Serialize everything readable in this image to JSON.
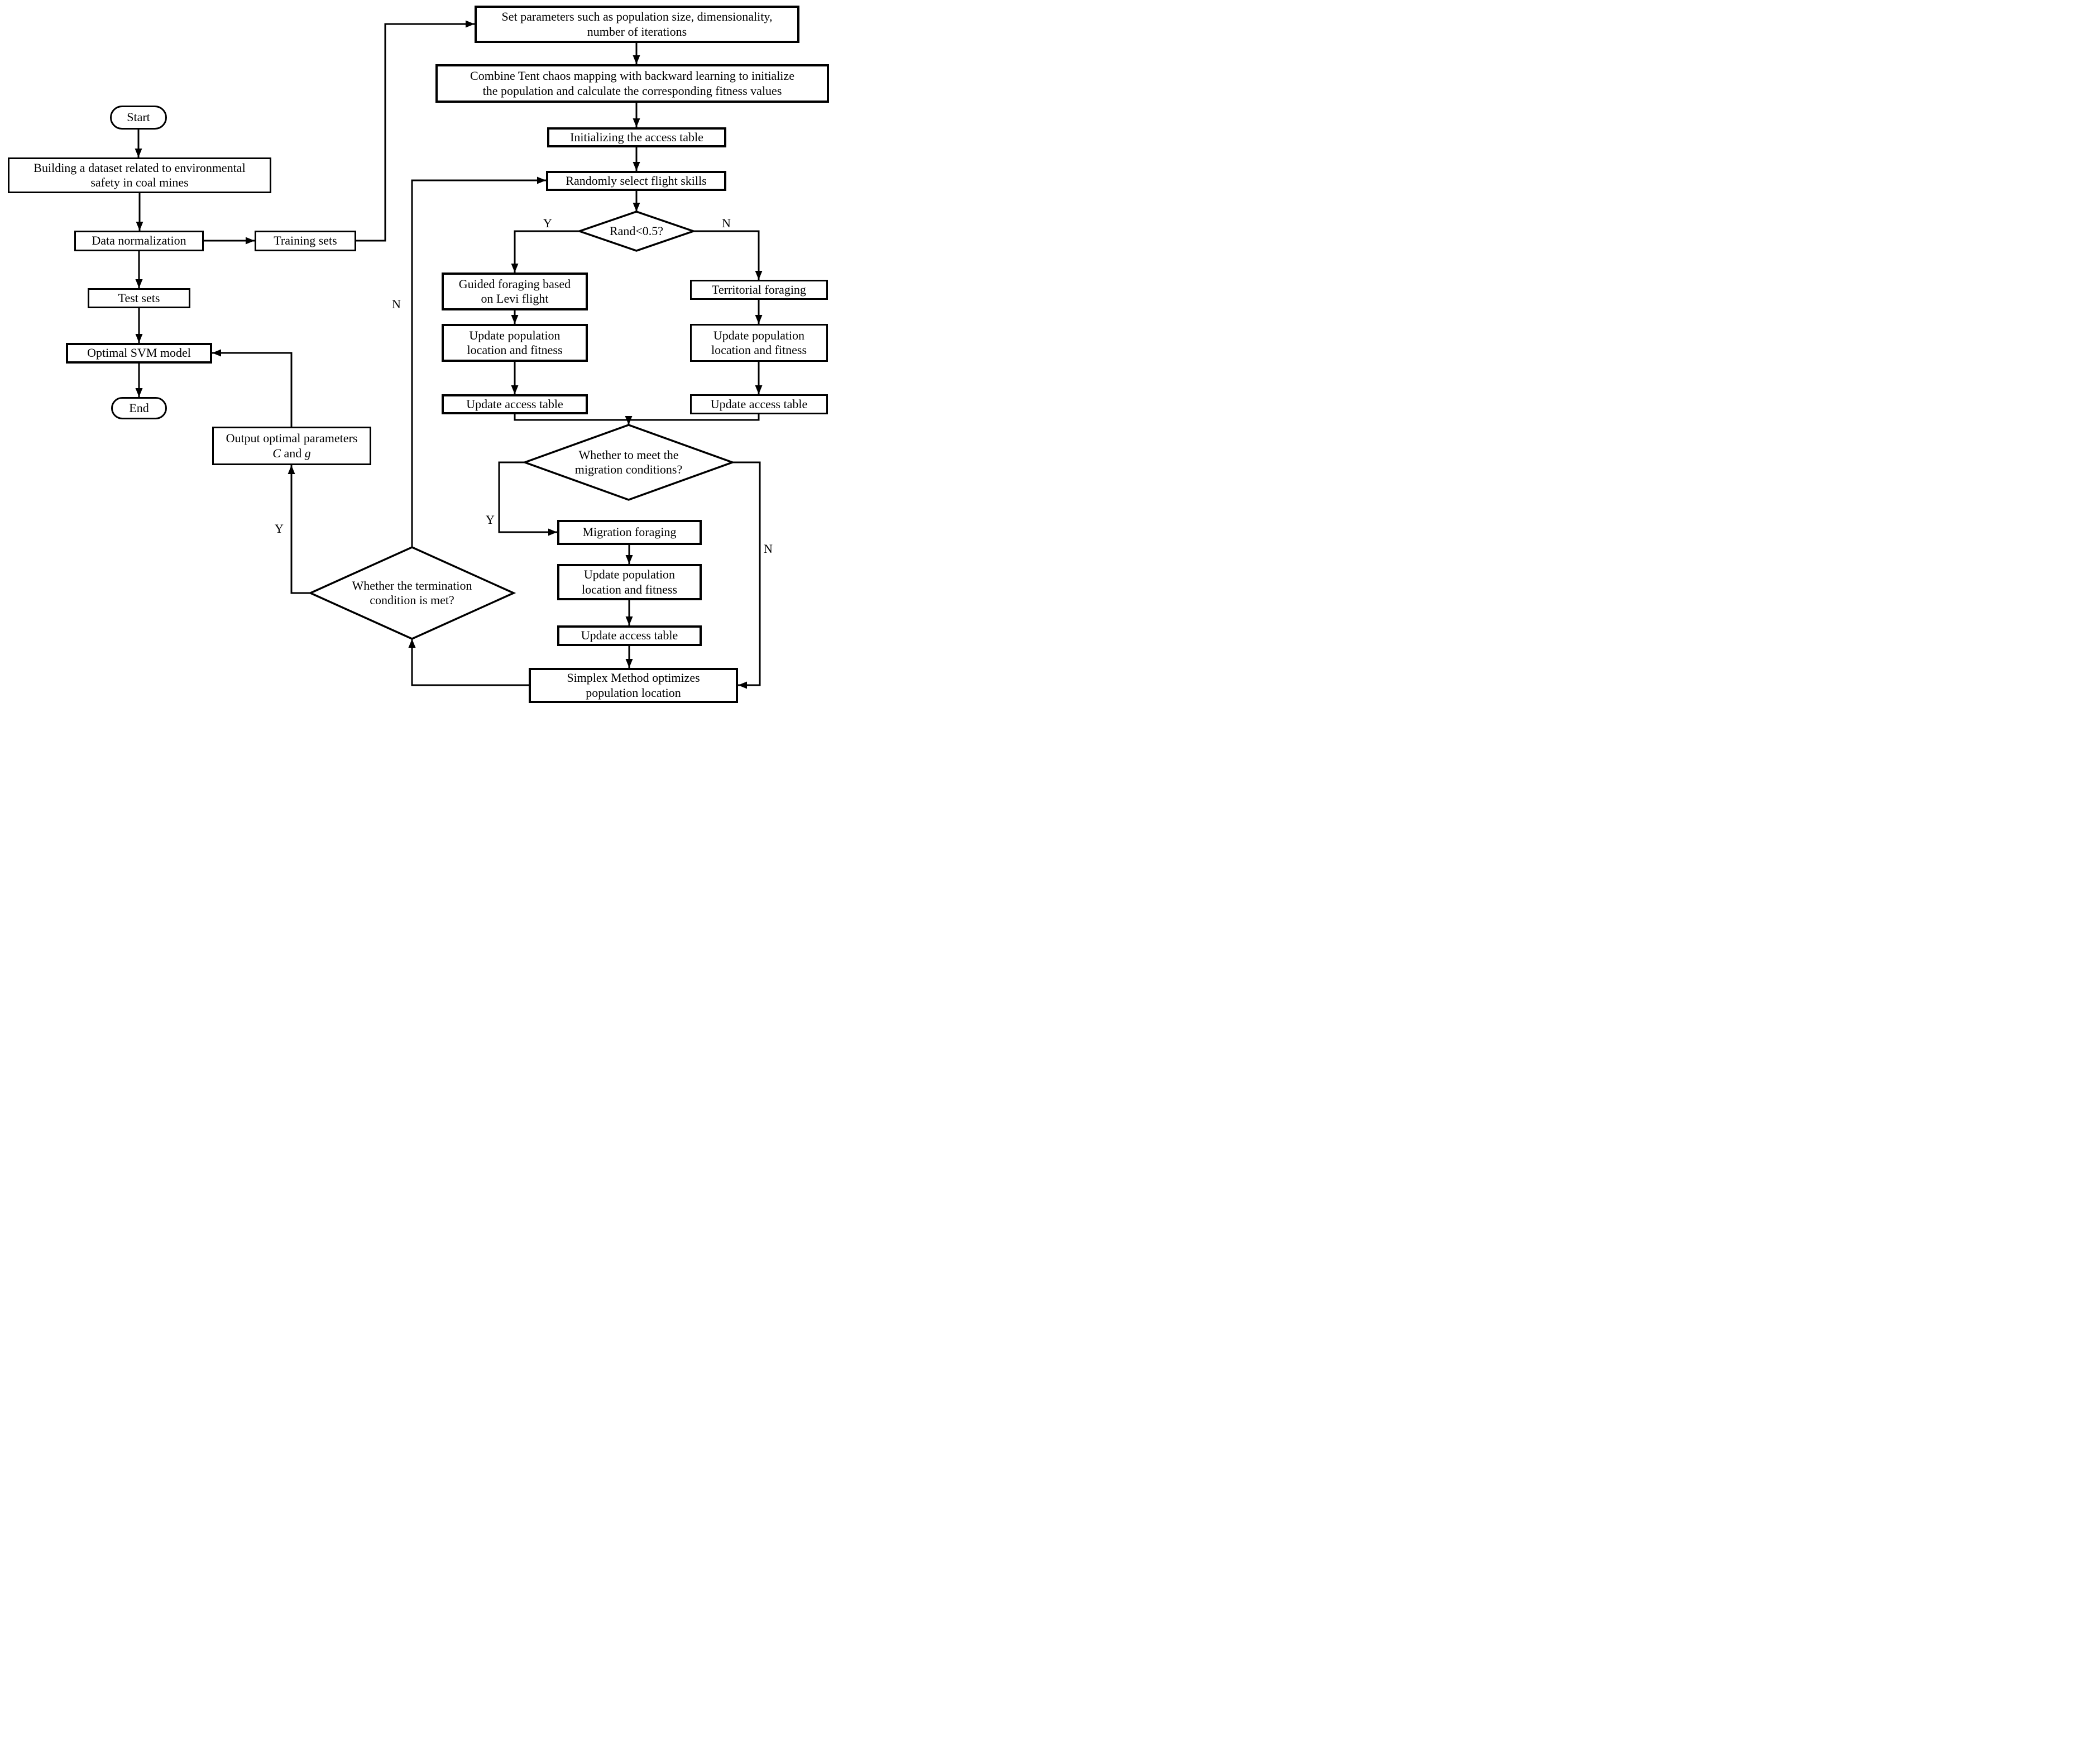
{
  "flowchart": {
    "nodes": {
      "start": {
        "label": "Start"
      },
      "build_dataset": {
        "label": "Building a dataset related to environmental\nsafety in coal mines"
      },
      "data_normalization": {
        "label": "Data normalization"
      },
      "training_sets": {
        "label": "Training sets"
      },
      "test_sets": {
        "label": "Test sets"
      },
      "optimal_svm": {
        "label": "Optimal SVM model"
      },
      "end": {
        "label": "End"
      },
      "output_params": {
        "line1": "Output optimal parameters",
        "c": "C",
        "and": " and ",
        "g": "g"
      },
      "set_parameters": {
        "label": "Set parameters such as population size, dimensionality,\nnumber of iterations"
      },
      "combine_tent": {
        "label": "Combine Tent chaos mapping with backward learning to initialize\nthe population and calculate the corresponding fitness values"
      },
      "init_access": {
        "label": "Initializing the access table"
      },
      "random_flight": {
        "label": "Randomly select flight skills"
      },
      "rand_decision": {
        "label": "Rand<0.5?"
      },
      "guided_foraging": {
        "label": "Guided foraging based\non Levi flight"
      },
      "territorial_foraging": {
        "label": "Territorial foraging"
      },
      "update_pop_left": {
        "label": "Update population\nlocation and fitness"
      },
      "update_pop_right": {
        "label": "Update population\nlocation and fitness"
      },
      "update_access_left": {
        "label": "Update access table"
      },
      "update_access_right": {
        "label": "Update access table"
      },
      "migration_decision": {
        "label": "Whether to meet the\nmigration conditions?"
      },
      "migration_foraging": {
        "label": "Migration foraging"
      },
      "update_pop_bottom": {
        "label": "Update population\nlocation and fitness"
      },
      "update_access_bottom": {
        "label": "Update access table"
      },
      "simplex": {
        "label": "Simplex Method optimizes\npopulation location"
      },
      "termination_decision": {
        "label": "Whether the termination\ncondition is met?"
      }
    },
    "labels": {
      "rand_y": "Y",
      "rand_n": "N",
      "migration_y": "Y",
      "migration_n": "N",
      "termination_y": "Y",
      "termination_n": "N"
    }
  }
}
